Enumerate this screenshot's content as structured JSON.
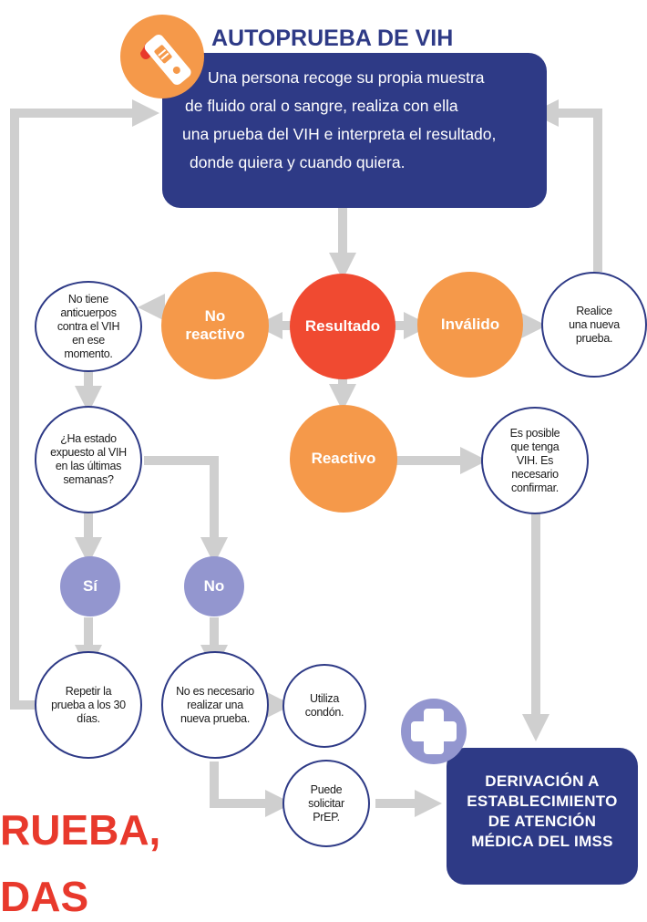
{
  "header": {
    "title": "AUTOPRUEBA DE VIH",
    "description_lines": [
      "Una persona recoge su propia muestra",
      "de fluido oral o sangre, realiza con ella",
      "una prueba del VIH e interpreta el resultado,",
      "donde quiera y cuando quiera."
    ]
  },
  "nodes": {
    "resultado": "Resultado",
    "no_reactivo": "No reactivo",
    "invalido": "Inválido",
    "reactivo": "Reactivo",
    "no_anticuerpos": "No tiene anticuerpos contra el VIH en ese momento.",
    "nueva_prueba": "Realice una nueva prueba.",
    "expuesto": "¿Ha estado expuesto al VIH en las últimas semanas?",
    "posible_vih": "Es posible que tenga VIH. Es necesario confirmar.",
    "si": "Sí",
    "no": "No",
    "repetir": "Repetir la prueba a los 30 días.",
    "no_necesario": "No es necesario realizar una nueva prueba.",
    "condon": "Utiliza condón.",
    "prep": "Puede solicitar PrEP."
  },
  "derivacion_lines": [
    "DERIVACIÓN A",
    "ESTABLECIMIENTO",
    "DE ATENCIÓN",
    "MÉDICA DEL IMSS"
  ],
  "footer_partial": [
    "RUEBA,",
    "DAS"
  ],
  "colors": {
    "navy": "#2e3a86",
    "orange": "#f5994a",
    "red": "#f04a31",
    "lavender": "#9396cf",
    "arrow_gray": "#cfcfcf"
  },
  "icons": [
    "test-kit-icon",
    "plus-icon"
  ]
}
